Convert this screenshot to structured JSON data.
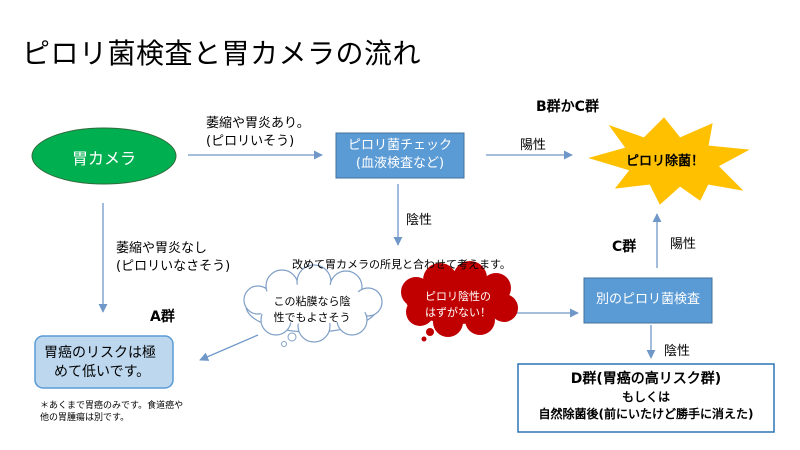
{
  "title": "ピロリ菌検査と胃カメラの流れ",
  "colors": {
    "green": "#00b050",
    "blue_box": "#5b9bd5",
    "light_blue_box": "#bdd7ee",
    "star": "#ffc000",
    "red_cloud": "#c00000",
    "arrow": "#6f97c8"
  },
  "nodes": {
    "camera": "胃カメラ",
    "pylori_check": [
      "ピロリ菌チェック",
      "(血液検査など)"
    ],
    "pylori_removal": "ピロリ除菌！",
    "another_test": "別のピロリ菌検査",
    "low_risk": [
      "胃癌のリスクは極",
      "めて低いです。"
    ],
    "d_group": {
      "line1": "D群(胃癌の高リスク群)",
      "line2": "もしくは",
      "line3": "自然除菌後(前にいたけど勝手に消えた)"
    }
  },
  "labels": {
    "atrophy_yes": [
      "萎縮や胃炎あり。",
      "(ピロリいそう)"
    ],
    "atrophy_no": [
      "萎縮や胃炎なし",
      "(ピロリいなさそう)"
    ],
    "group_bc": "B群かC群",
    "positive_1": "陽性",
    "negative_1": "陰性",
    "reexamine": "改めて胃カメラの所見と合わせて考えます。",
    "group_c": "C群",
    "positive_2": "陽性",
    "negative_2": "陰性",
    "group_a": "A群",
    "thought_cloud": [
      "この粘膜なら陰",
      "性でもよさそう"
    ],
    "red_cloud": [
      "ピロリ陰性の",
      "はずがない！"
    ],
    "footnote": [
      "＊あくまで胃癌のみです。食道癌や",
      "他の胃腫瘍は別です。"
    ]
  }
}
